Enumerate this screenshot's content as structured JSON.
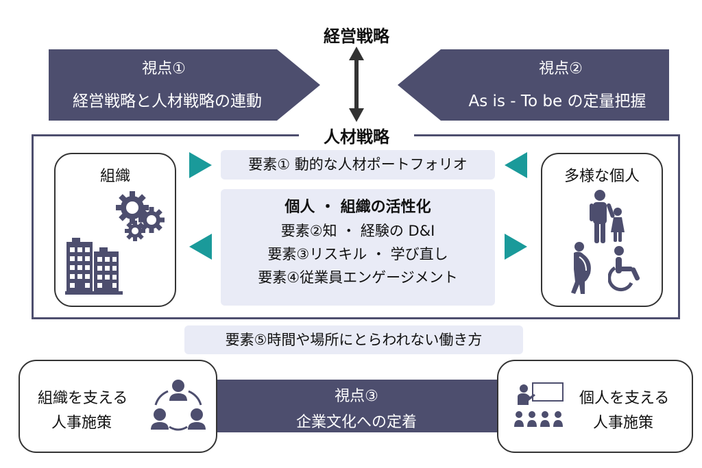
{
  "colors": {
    "navy": "#4d4e6e",
    "teal": "#1a9a9a",
    "panel": "#e9ebf6",
    "text": "#111111"
  },
  "top": {
    "management_strategy": "経営戦略",
    "hr_strategy": "人材戦略",
    "arrow_icon": "double-vertical-arrow"
  },
  "viewpoint1": {
    "label": "視点①",
    "text": "経営戦略と人材戦略の連動"
  },
  "viewpoint2": {
    "label": "視点②",
    "text": "As is -  To be の定量把握"
  },
  "viewpoint3": {
    "label": "視点③",
    "text": "企業文化への定着"
  },
  "organization": {
    "title": "組織",
    "icons": [
      "gears-icon",
      "buildings-icon"
    ]
  },
  "individuals": {
    "title": "多様な個人",
    "icons": [
      "parent-child-icon",
      "pregnant-woman-icon",
      "wheelchair-icon"
    ]
  },
  "element1": "要素①  動的な人材ポートフォリオ",
  "center": {
    "heading": "個人 ・ 組織の活性化",
    "items": [
      "要素②知 ・ 経験の D&I",
      "要素③リスキル ・ 学び直し",
      "要素④従業員エンゲージメント"
    ]
  },
  "element5": "要素⑤時間や場所にとらわれない働き方",
  "org_support": {
    "line1": "組織を支える",
    "line2": "人事施策",
    "icon": "team-meeting-icon"
  },
  "ind_support": {
    "line1": "個人を支える",
    "line2": "人事施策",
    "icon": "training-class-icon"
  }
}
